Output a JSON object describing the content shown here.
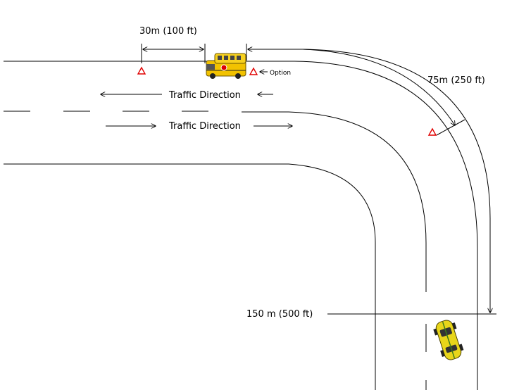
{
  "labels": {
    "short_distance": "30m (100 ft)",
    "option": "Option",
    "curve_distance": "75m (250 ft)",
    "long_distance": "150 m (500 ft)",
    "traffic_upper": "Traffic Direction",
    "traffic_lower": "Traffic Direction"
  },
  "colors": {
    "road_line": "#000000",
    "warning_triangle": "#e00000",
    "bus_body": "#f2c200",
    "car_body": "#e8d51a"
  },
  "icons": {
    "bus": "school-bus-icon",
    "car": "car-icon",
    "triangle": "warning-triangle-icon"
  }
}
